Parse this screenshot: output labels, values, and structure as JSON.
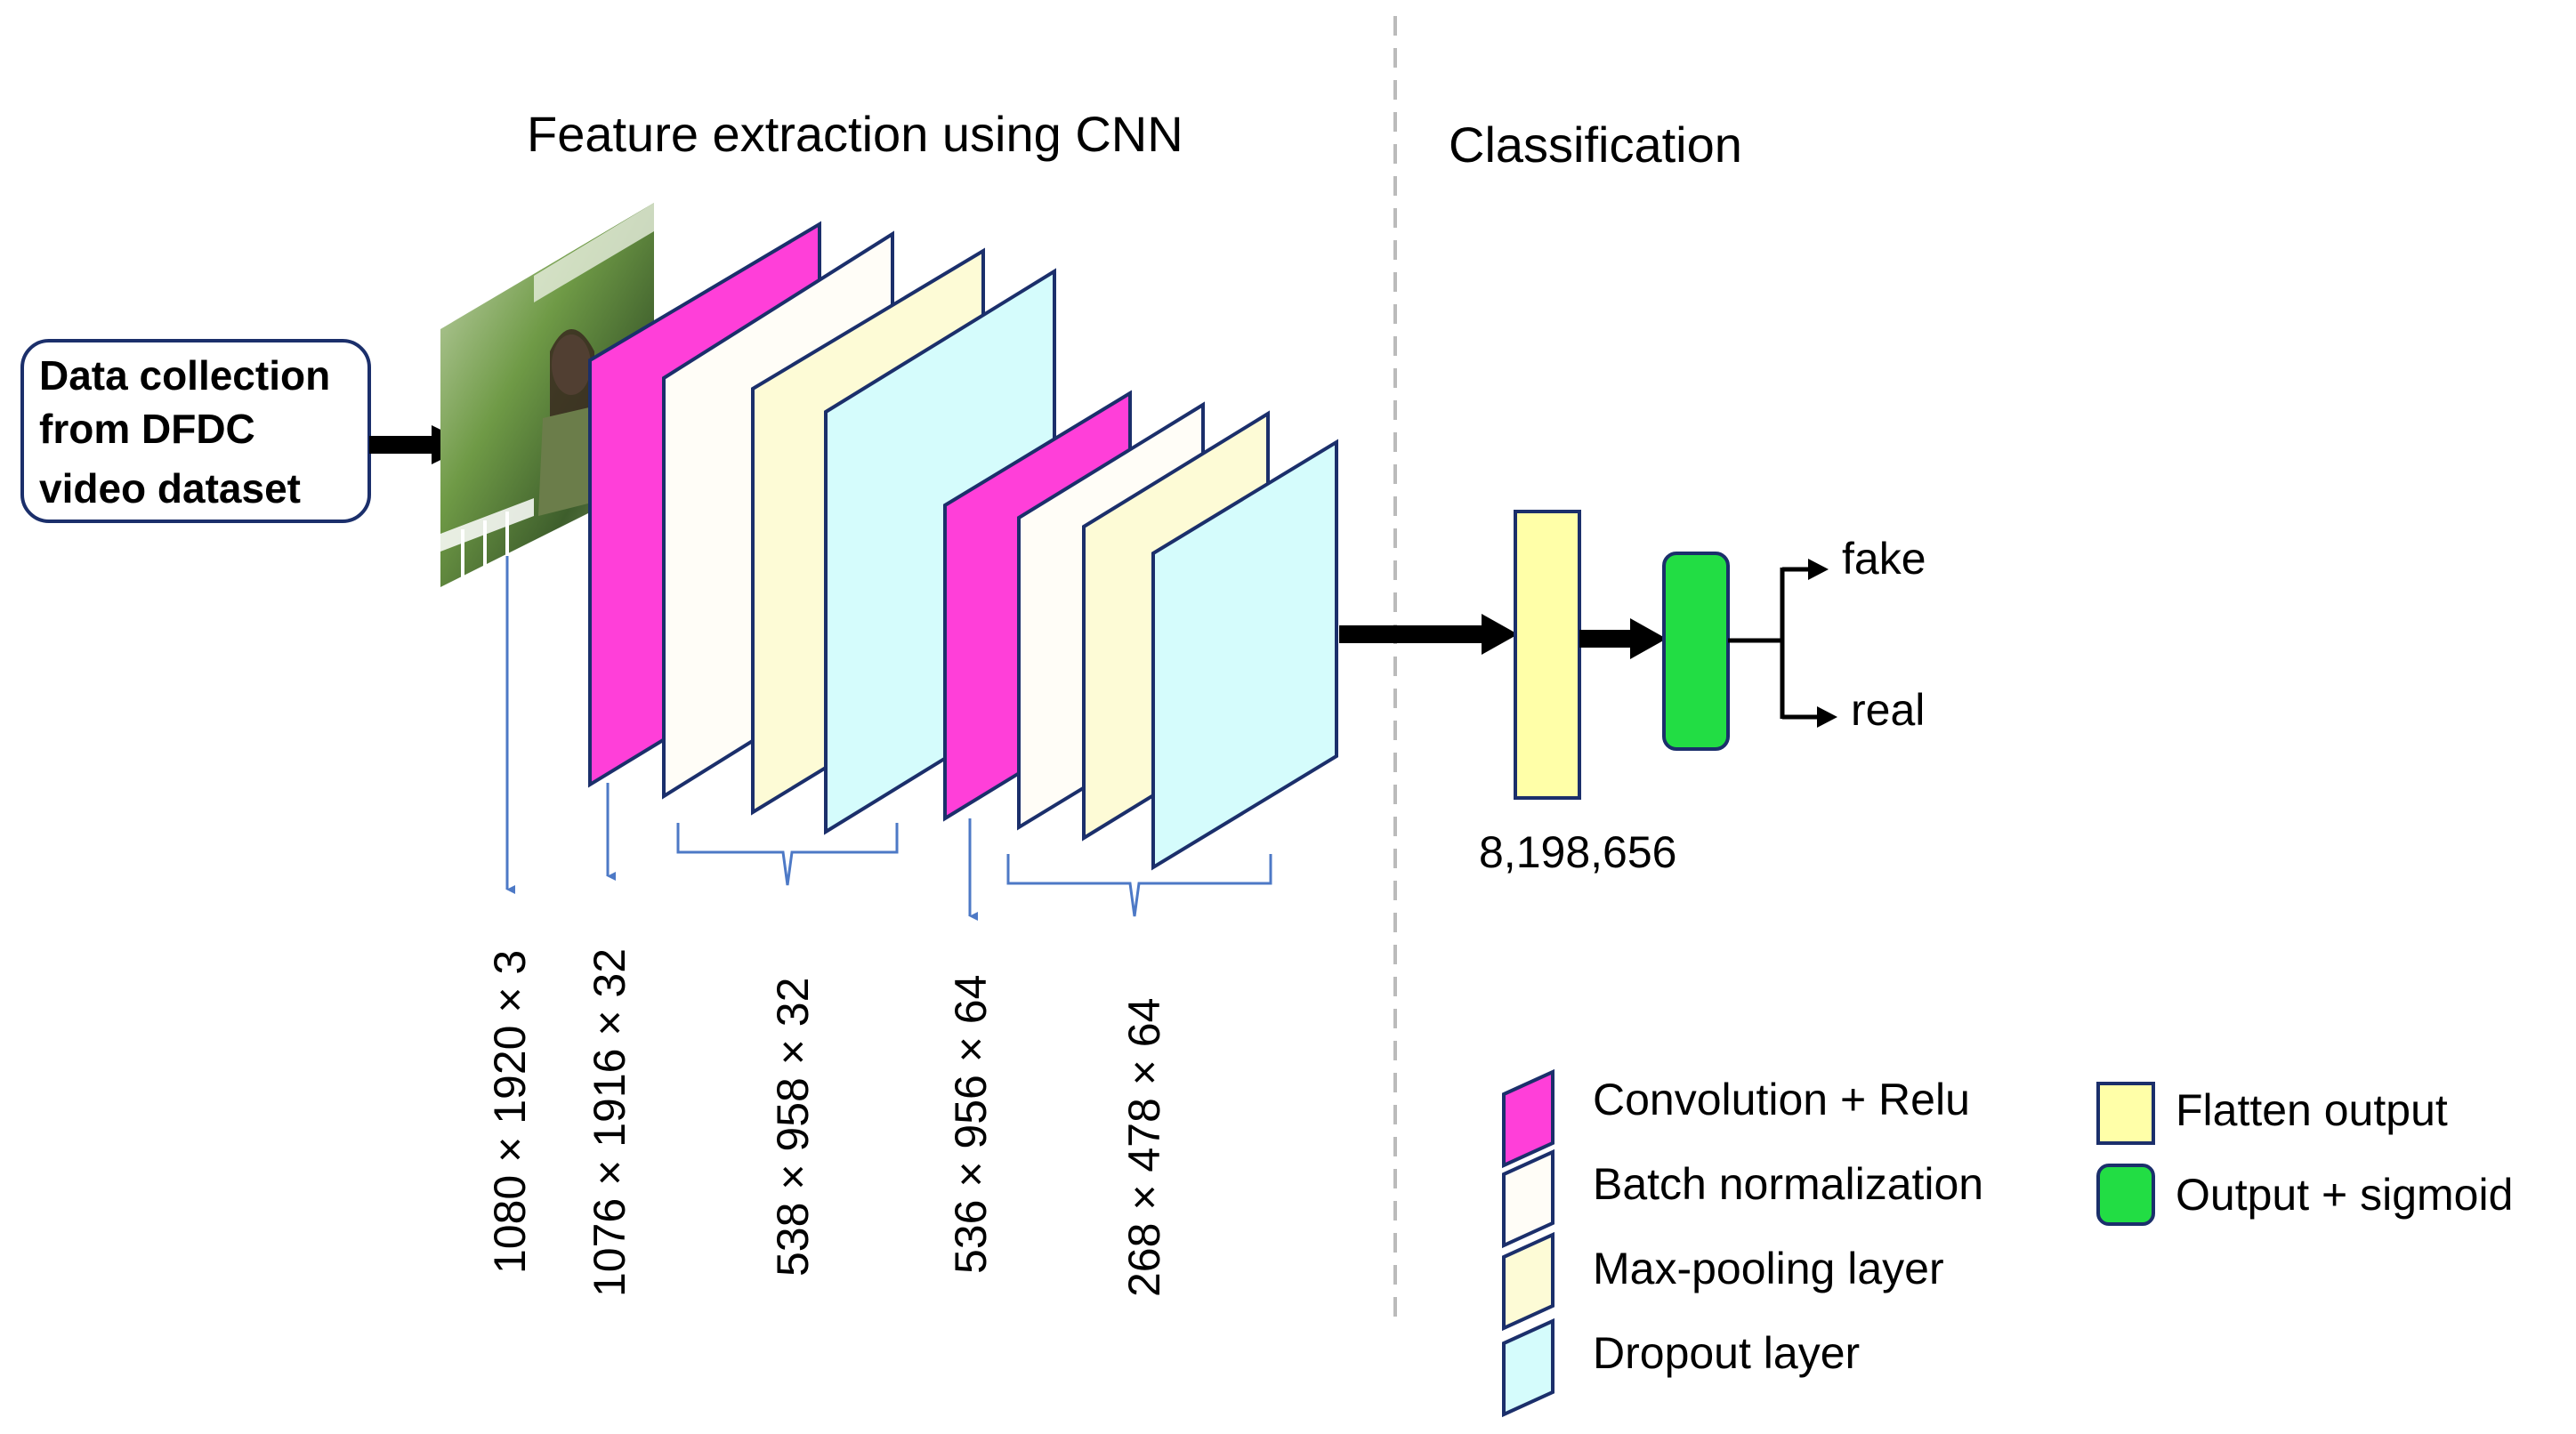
{
  "titles": {
    "feature_extraction": "Feature extraction using CNN",
    "classification": "Classification"
  },
  "source": {
    "line1": "Data collection",
    "line2": "from DFDC",
    "line3": "video dataset"
  },
  "dimensions": {
    "input": "1080 × 1920 × 3",
    "conv1": "1076 × 1916 × 32",
    "block1": "538 × 958 × 32",
    "conv2": "536 × 956 × 64",
    "block2": "268 × 478 × 64"
  },
  "flatten_size": "8,198,656",
  "outputs": {
    "fake": "fake",
    "real": "real"
  },
  "legend": {
    "conv": "Convolution + Relu",
    "batch": "Batch normalization",
    "maxpool": "Max-pooling layer",
    "dropout": "Dropout layer",
    "flatten": "Flatten output",
    "output": "Output + sigmoid"
  },
  "colors": {
    "conv": "#ff3fd9",
    "batch": "#fffdf7",
    "maxpool": "#fdfbd6",
    "dropout": "#d5fcfc",
    "flatten": "#ffffa8",
    "output": "#22dd44",
    "layer_border": "#1b2f6b",
    "pointer": "#4d79c6",
    "divider": "#bbbbbb"
  }
}
